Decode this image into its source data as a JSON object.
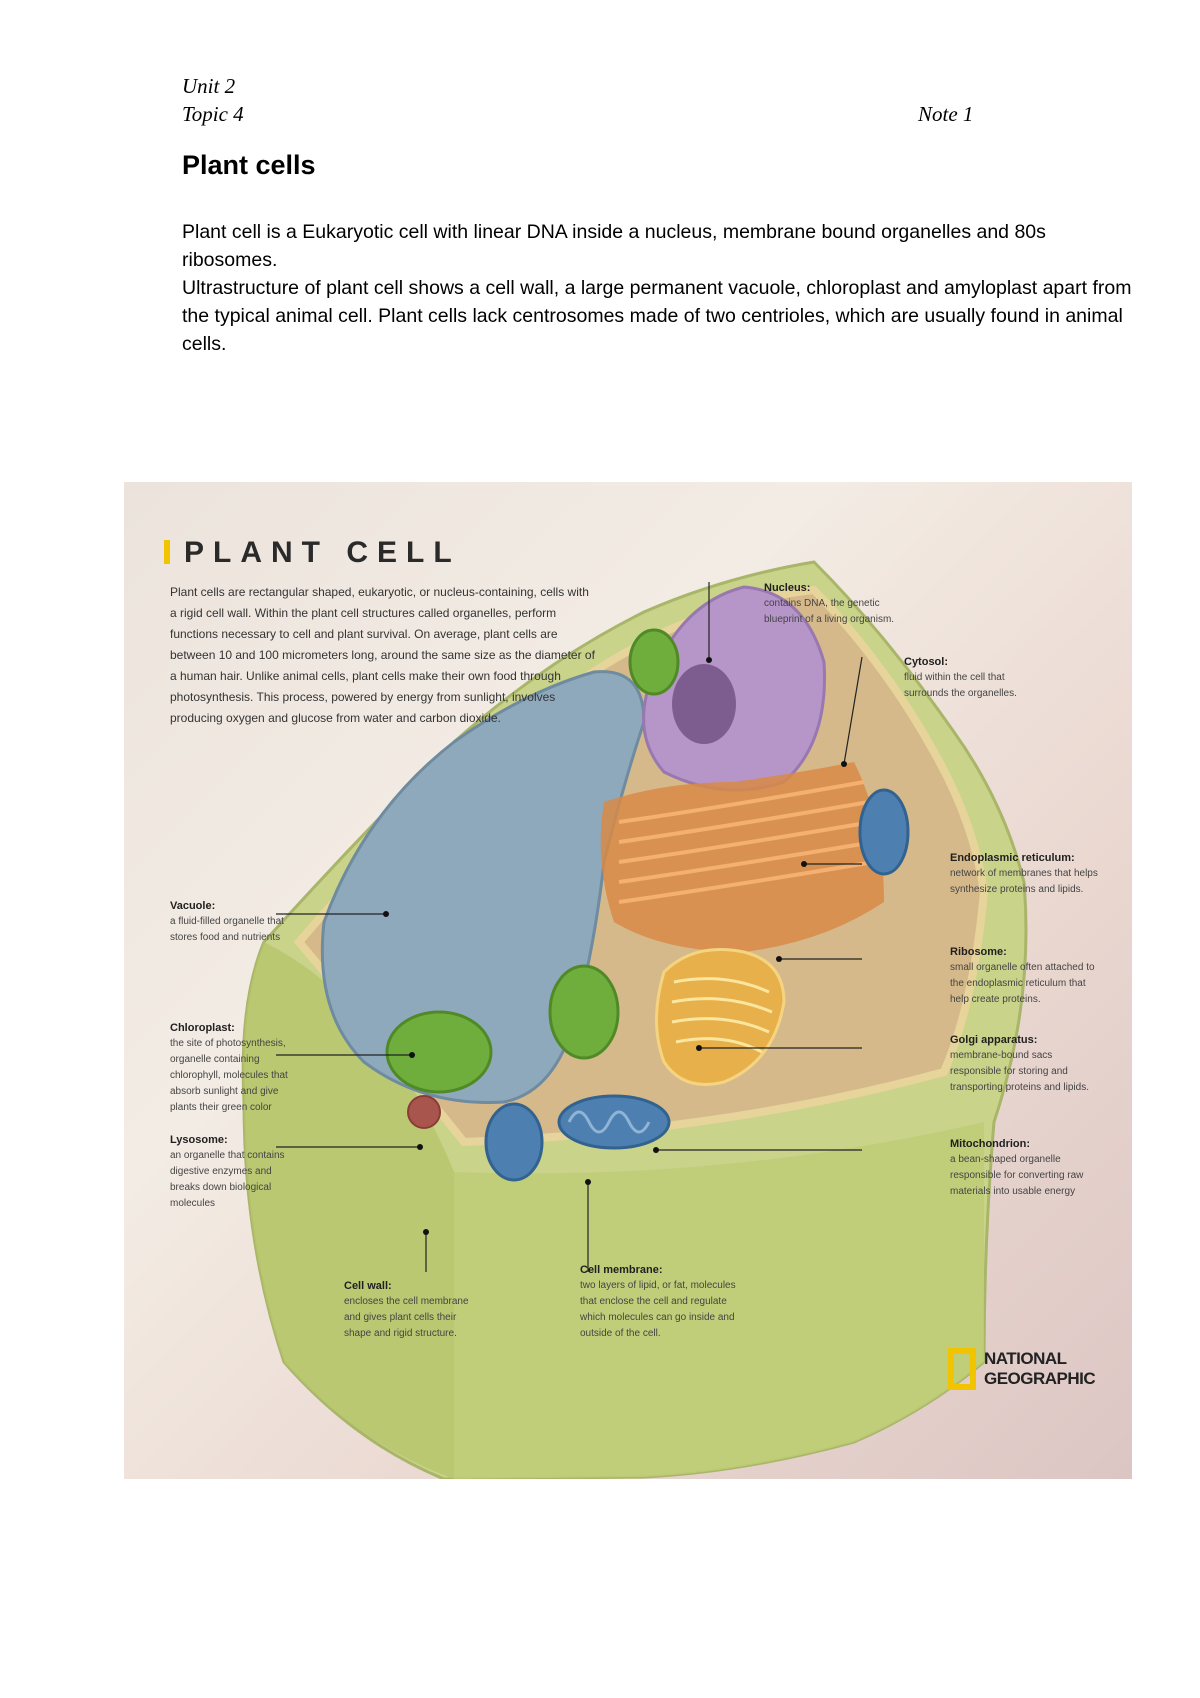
{
  "header": {
    "unit": "Unit 2",
    "topic": "Topic 4",
    "note": "Note 1"
  },
  "title": "Plant cells",
  "paragraphs": [
    "Plant cell is a Eukaryotic cell with linear DNA inside a nucleus, membrane bound organelles and 80s ribosomes.",
    "Ultrastructure of plant cell shows a cell wall, a large permanent vacuole, chloroplast and amyloplast apart from the typical animal cell. Plant cells lack centrosomes made of two centrioles, which are usually found in animal cells."
  ],
  "figure": {
    "title": "PLANT CELL",
    "intro": "Plant cells are rectangular shaped, eukaryotic, or nucleus-containing, cells with a rigid cell wall. Within the plant cell structures called organelles, perform functions necessary to cell and plant survival. On average, plant cells are between 10 and 100 micrometers long, around the same size as the diameter of a human hair. Unlike animal cells, plant cells make their own food through photosynthesis. This process, powered by energy from sunlight, involves producing oxygen and glucose from water and carbon dioxide.",
    "labels": {
      "nucleus": {
        "name": "Nucleus:",
        "desc": "contains DNA, the genetic blueprint of a living organism."
      },
      "cytosol": {
        "name": "Cytosol:",
        "desc": "fluid within the cell that surrounds the organelles."
      },
      "er": {
        "name": "Endoplasmic reticulum:",
        "desc": "network of membranes that helps synthesize proteins and lipids."
      },
      "ribosome": {
        "name": "Ribosome:",
        "desc": "small organelle often attached to the endoplasmic reticulum that help create proteins."
      },
      "golgi": {
        "name": "Golgi apparatus:",
        "desc": "membrane-bound sacs responsible for storing and transporting proteins and lipids."
      },
      "mito": {
        "name": "Mitochondrion:",
        "desc": "a bean-shaped organelle responsible for converting raw materials into usable energy"
      },
      "vacuole": {
        "name": "Vacuole:",
        "desc": "a fluid-filled organelle that stores food and nutrients"
      },
      "chloroplast": {
        "name": "Chloroplast:",
        "desc": "the site of photosynthesis, organelle containing chlorophyll, molecules that absorb sunlight and give plants their green color"
      },
      "lysosome": {
        "name": "Lysosome:",
        "desc": "an organelle that contains digestive enzymes and breaks down biological molecules"
      },
      "wall": {
        "name": "Cell wall:",
        "desc": "encloses the cell membrane and gives plant cells their shape and rigid structure."
      },
      "membrane": {
        "name": "Cell membrane:",
        "desc": "two layers of lipid, or fat, molecules that enclose the cell and regulate which molecules can go inside and outside of the cell."
      }
    },
    "logo": [
      "NATIONAL",
      "GEOGRAPHIC"
    ]
  }
}
